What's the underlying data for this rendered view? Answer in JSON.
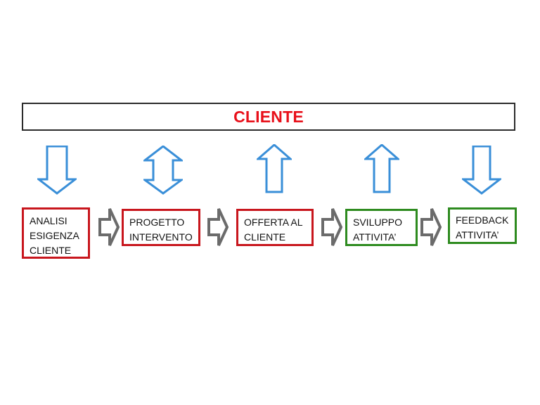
{
  "header": {
    "title": "CLIENTE"
  },
  "steps": [
    {
      "lines": [
        "ANALISI",
        "ESIGENZA",
        "CLIENTE"
      ],
      "status": "red"
    },
    {
      "lines": [
        "PROGETTO",
        "INTERVENTO"
      ],
      "status": "red"
    },
    {
      "lines": [
        "OFFERTA AL",
        "CLIENTE"
      ],
      "status": "red"
    },
    {
      "lines": [
        "SVILUPPO",
        "ATTIVITA’"
      ],
      "status": "green"
    },
    {
      "lines": [
        "FEEDBACK",
        "ATTIVITA’"
      ],
      "status": "green"
    }
  ],
  "connector_directions": [
    "down",
    "both",
    "up",
    "up",
    "down"
  ],
  "colors": {
    "title": "#e8101a",
    "red_border": "#c8161d",
    "green_border": "#2e8b1f",
    "vertical_arrow": "#3a8fd8",
    "flow_arrow": "#6b6b6b"
  }
}
